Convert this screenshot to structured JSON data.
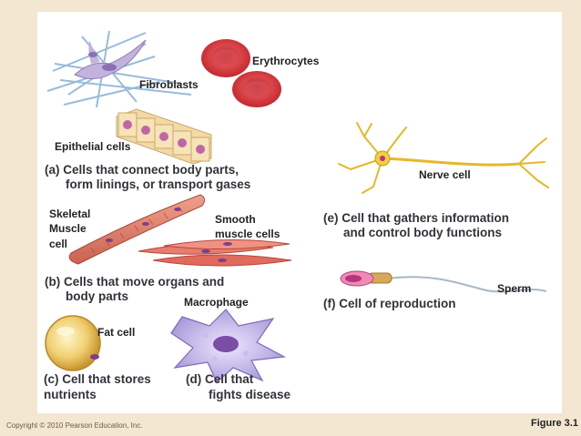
{
  "labels": {
    "erythrocytes": "Erythrocytes",
    "fibroblasts": "Fibroblasts",
    "epithelial": "Epithelial cells",
    "nerve": "Nerve cell",
    "skeletal_1": "Skeletal",
    "skeletal_2": "Muscle",
    "skeletal_3": "cell",
    "smooth_1": "Smooth",
    "smooth_2": "muscle cells",
    "sperm": "Sperm",
    "macrophage": "Macrophage",
    "fat": "Fat cell"
  },
  "captions": {
    "a_1": "(a) Cells that connect body parts,",
    "a_2": "form linings, or transport gases",
    "b_1": "(b) Cells that move organs and",
    "b_2": "body parts",
    "c_1": "(c) Cell that stores",
    "c_2": "nutrients",
    "d_1": "(d) Cell that",
    "d_2": "fights disease",
    "e_1": "(e) Cell that gathers information",
    "e_2": "and control body functions",
    "f_1": "(f) Cell of reproduction"
  },
  "footer": {
    "copyright": "Copyright © 2010 Pearson Education, Inc.",
    "figure": "Figure 3.1"
  }
}
